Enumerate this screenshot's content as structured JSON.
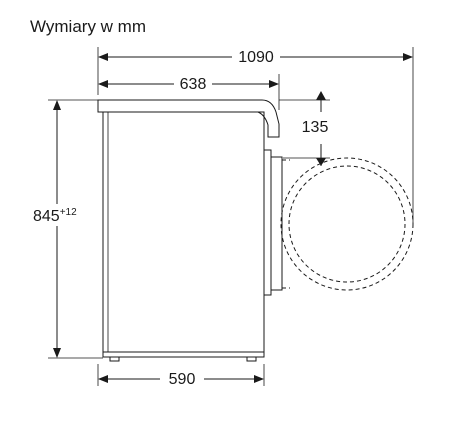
{
  "title": "Wymiary w mm",
  "dimensions": {
    "total_depth_door_open": "1090",
    "cabinet_depth": "638",
    "door_offset_from_top": "135",
    "height_base": "845",
    "height_tolerance": "+12",
    "width": "590"
  }
}
